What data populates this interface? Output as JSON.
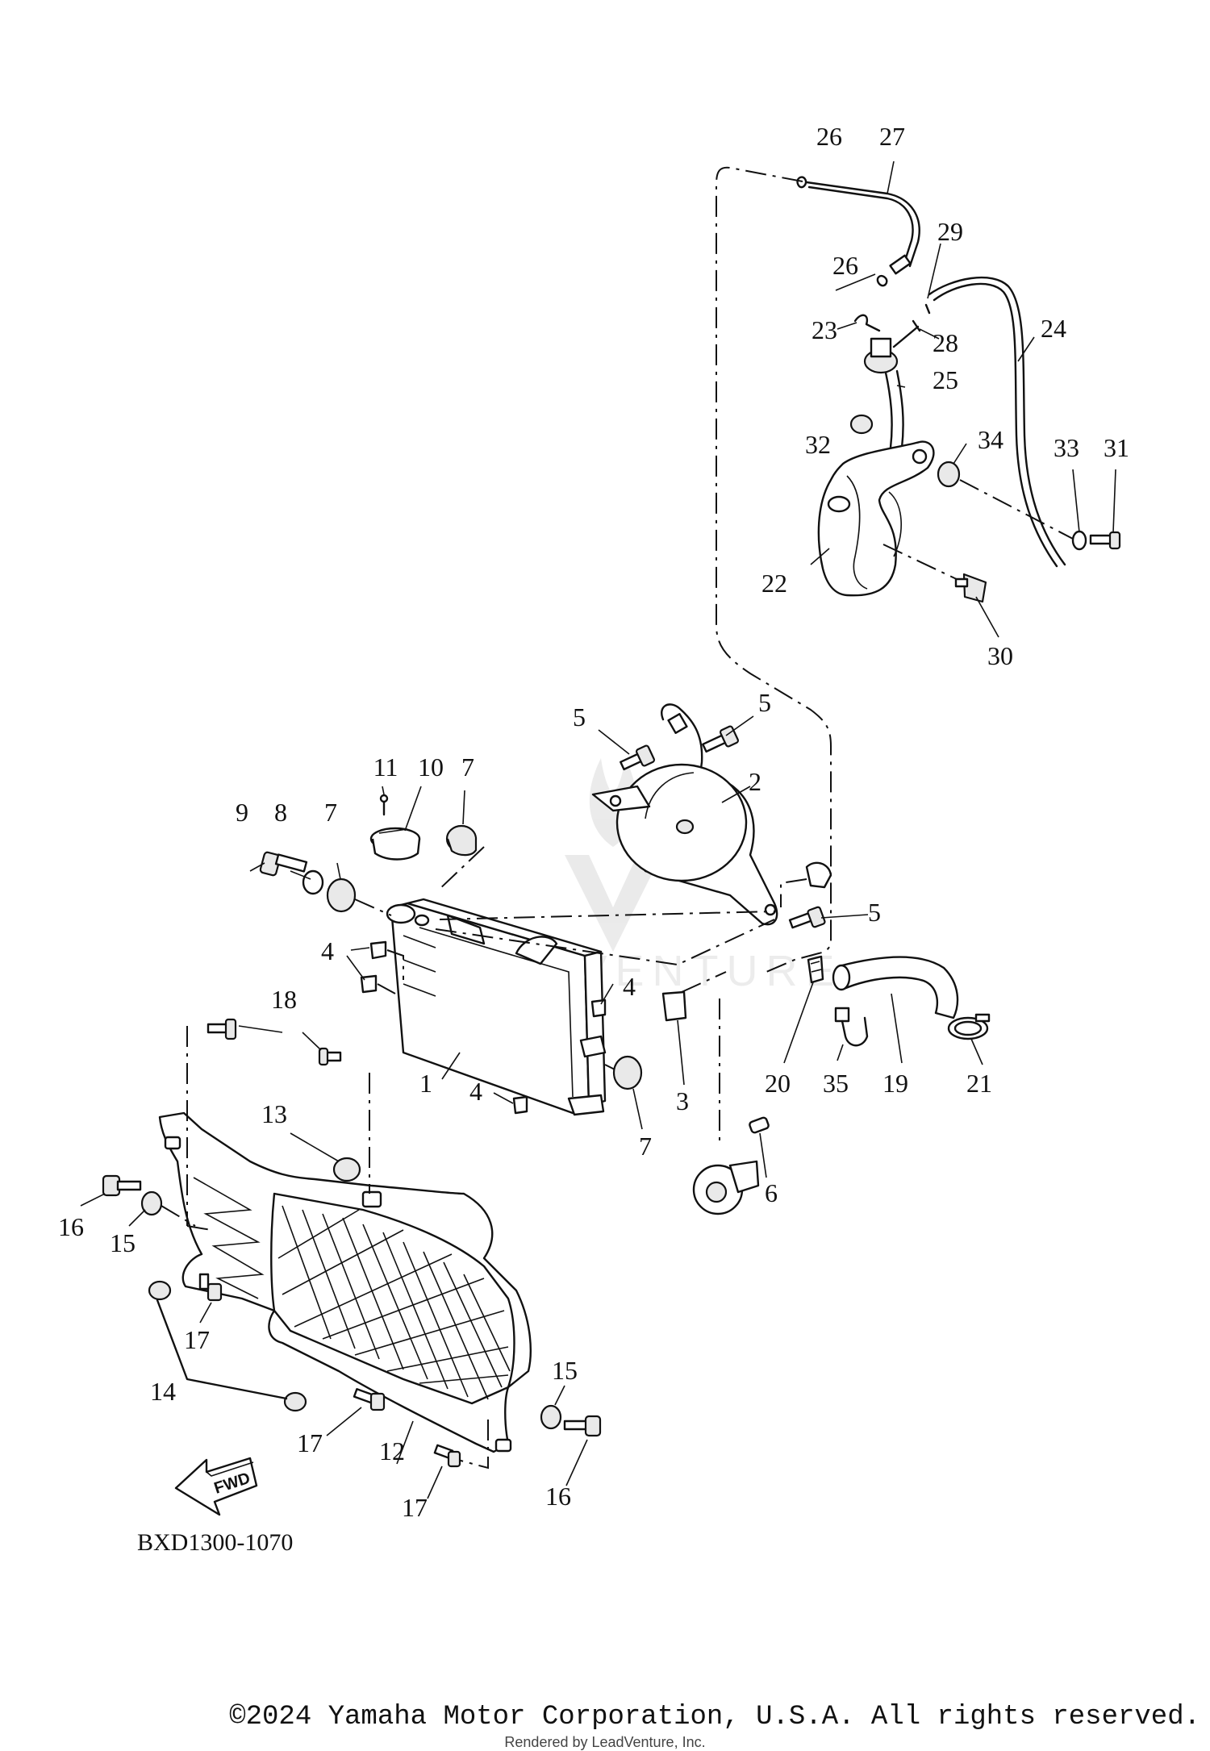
{
  "diagram": {
    "code": "BXD1300-1070",
    "fwd_label": "FWD",
    "watermark_brand": "LEADVENTURE",
    "callouts": [
      {
        "id": "c26a",
        "text": "26"
      },
      {
        "id": "c27",
        "text": "27"
      },
      {
        "id": "c29",
        "text": "29"
      },
      {
        "id": "c26b",
        "text": "26"
      },
      {
        "id": "c23",
        "text": "23"
      },
      {
        "id": "c28",
        "text": "28"
      },
      {
        "id": "c24",
        "text": "24"
      },
      {
        "id": "c25",
        "text": "25"
      },
      {
        "id": "c32",
        "text": "32"
      },
      {
        "id": "c34",
        "text": "34"
      },
      {
        "id": "c33",
        "text": "33"
      },
      {
        "id": "c31",
        "text": "31"
      },
      {
        "id": "c22",
        "text": "22"
      },
      {
        "id": "c30",
        "text": "30"
      },
      {
        "id": "c5a",
        "text": "5"
      },
      {
        "id": "c5b",
        "text": "5"
      },
      {
        "id": "c2",
        "text": "2"
      },
      {
        "id": "c5c",
        "text": "5"
      },
      {
        "id": "c11",
        "text": "11"
      },
      {
        "id": "c10",
        "text": "10"
      },
      {
        "id": "c7a",
        "text": "7"
      },
      {
        "id": "c9",
        "text": "9"
      },
      {
        "id": "c8",
        "text": "8"
      },
      {
        "id": "c7b",
        "text": "7"
      },
      {
        "id": "c4a",
        "text": "4"
      },
      {
        "id": "c4b",
        "text": "4"
      },
      {
        "id": "c18",
        "text": "18"
      },
      {
        "id": "c1",
        "text": "1"
      },
      {
        "id": "c4c",
        "text": "4"
      },
      {
        "id": "c3",
        "text": "3"
      },
      {
        "id": "c20",
        "text": "20"
      },
      {
        "id": "c35",
        "text": "35"
      },
      {
        "id": "c19",
        "text": "19"
      },
      {
        "id": "c21",
        "text": "21"
      },
      {
        "id": "c7c",
        "text": "7"
      },
      {
        "id": "c13",
        "text": "13"
      },
      {
        "id": "c6",
        "text": "6"
      },
      {
        "id": "c16a",
        "text": "16"
      },
      {
        "id": "c15a",
        "text": "15"
      },
      {
        "id": "c17a",
        "text": "17"
      },
      {
        "id": "c14",
        "text": "14"
      },
      {
        "id": "c15b",
        "text": "15"
      },
      {
        "id": "c17b",
        "text": "17"
      },
      {
        "id": "c12",
        "text": "12"
      },
      {
        "id": "c16b",
        "text": "16"
      },
      {
        "id": "c17c",
        "text": "17"
      }
    ]
  },
  "footer": {
    "copyright": "©2024 Yamaha Motor Corporation, U.S.A. All rights reserved.",
    "rendered_by": "Rendered by LeadVenture, Inc."
  }
}
